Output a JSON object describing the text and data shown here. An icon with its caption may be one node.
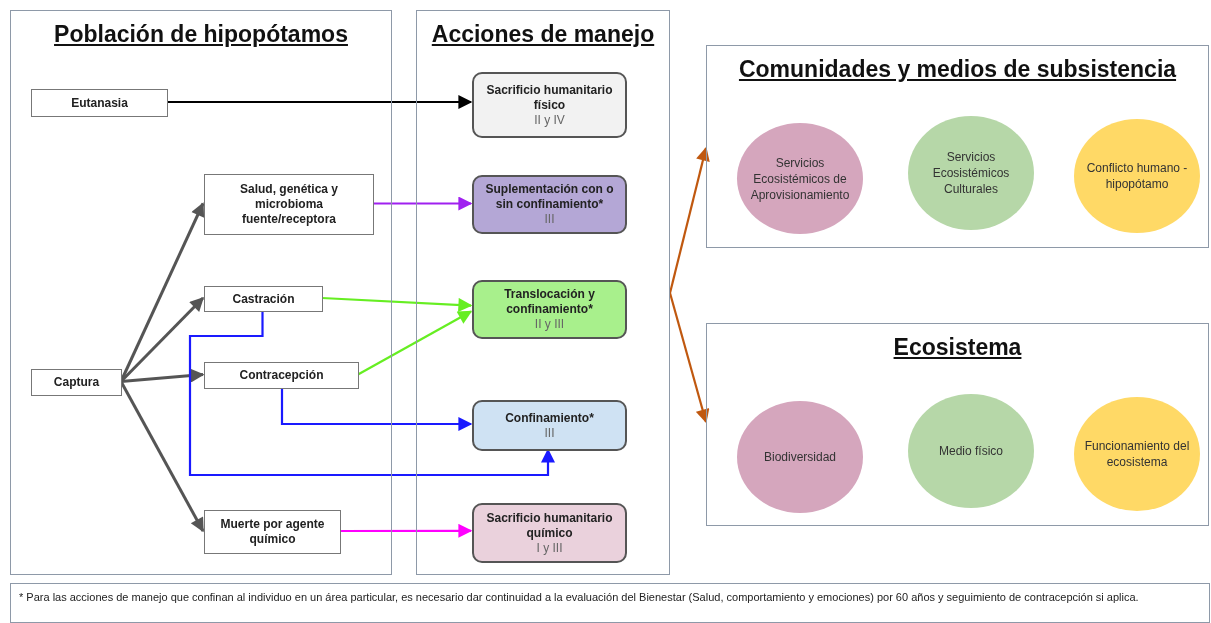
{
  "diagram": {
    "nodes": [
      {
        "text": [
          "Población de hipopótamos"
        ]
      },
      {
        "text": [
          "Acciones de manejo"
        ]
      },
      {
        "text": [
          "Comunidades y medios de subsistencia"
        ]
      },
      {
        "text": [
          "Ecosistema"
        ]
      },
      {
        "text": [
          "Eutanasia"
        ],
        "in": 0
      },
      {
        "text": [
          "Salud, genética y microbioma fuente/receptora"
        ],
        "in": 0
      },
      {
        "text": [
          "Castración"
        ],
        "in": 0
      },
      {
        "text": [
          "Captura"
        ],
        "in": 0
      },
      {
        "text": [
          "Contracepción"
        ],
        "in": 0
      },
      {
        "text": [
          "Muerte por agente químico"
        ],
        "in": 0
      },
      {
        "text": [
          "Sacrificio humanitario físico",
          "II y IV"
        ],
        "in": 1
      },
      {
        "text": [
          "Suplementación con o sin confinamiento*",
          "III"
        ],
        "in": 1
      },
      {
        "text": [
          "Translocación y confinamiento*",
          "II y III"
        ],
        "in": 1
      },
      {
        "text": [
          "Confinamiento*",
          "III"
        ],
        "in": 1
      },
      {
        "text": [
          "Sacrificio humanitario químico",
          "I y III"
        ],
        "in": 1
      },
      {
        "text": [
          "Servicios Ecosistémicos de Aprovisionamiento"
        ],
        "in": 2
      },
      {
        "text": [
          "Servicios Ecosistémicos Culturales"
        ],
        "in": 2
      },
      {
        "text": [
          "Conflicto humano - hipopótamo"
        ],
        "in": 2
      },
      {
        "text": [
          "Biodiversidad"
        ],
        "in": 3
      },
      {
        "text": [
          "Medio físico"
        ],
        "in": 3
      },
      {
        "text": [
          "Funcionamiento del ecosistema"
        ],
        "in": 3
      },
      {
        "text": [
          "* Para las acciones de manejo que confinan al individuo en un área particular, es necesario dar continuidad a la evaluación del Bienestar (Salud, comportamiento y emociones) por 60 años y seguimiento de contracepción si aplica."
        ]
      }
    ],
    "edges": [
      {
        "from": 4,
        "to": 10,
        "arrow": "to",
        "color": "#000000"
      },
      {
        "from": 7,
        "to": 5,
        "arrow": "to"
      },
      {
        "from": 7,
        "to": 6,
        "arrow": "to"
      },
      {
        "from": 7,
        "to": 8,
        "arrow": "to"
      },
      {
        "from": 7,
        "to": 9,
        "arrow": "to"
      },
      {
        "from": 5,
        "to": 11,
        "arrow": "to",
        "color": "#a020f0"
      },
      {
        "from": 6,
        "to": 12,
        "arrow": "to",
        "color": "#66ee22"
      },
      {
        "from": 8,
        "to": 12,
        "arrow": "to",
        "color": "#66ee22"
      },
      {
        "from": 8,
        "to": 13,
        "arrow": "to",
        "color": "#1a1aff"
      },
      {
        "from": 6,
        "to": 13,
        "arrow": "to",
        "color": "#1a1aff"
      },
      {
        "from": 9,
        "to": 14,
        "arrow": "to",
        "color": "#ff00ff"
      },
      {
        "from": 1,
        "to": 2,
        "arrow": "to",
        "color": "#c0580f"
      },
      {
        "from": 1,
        "to": 3,
        "arrow": "to",
        "color": "#c0580f"
      }
    ]
  }
}
